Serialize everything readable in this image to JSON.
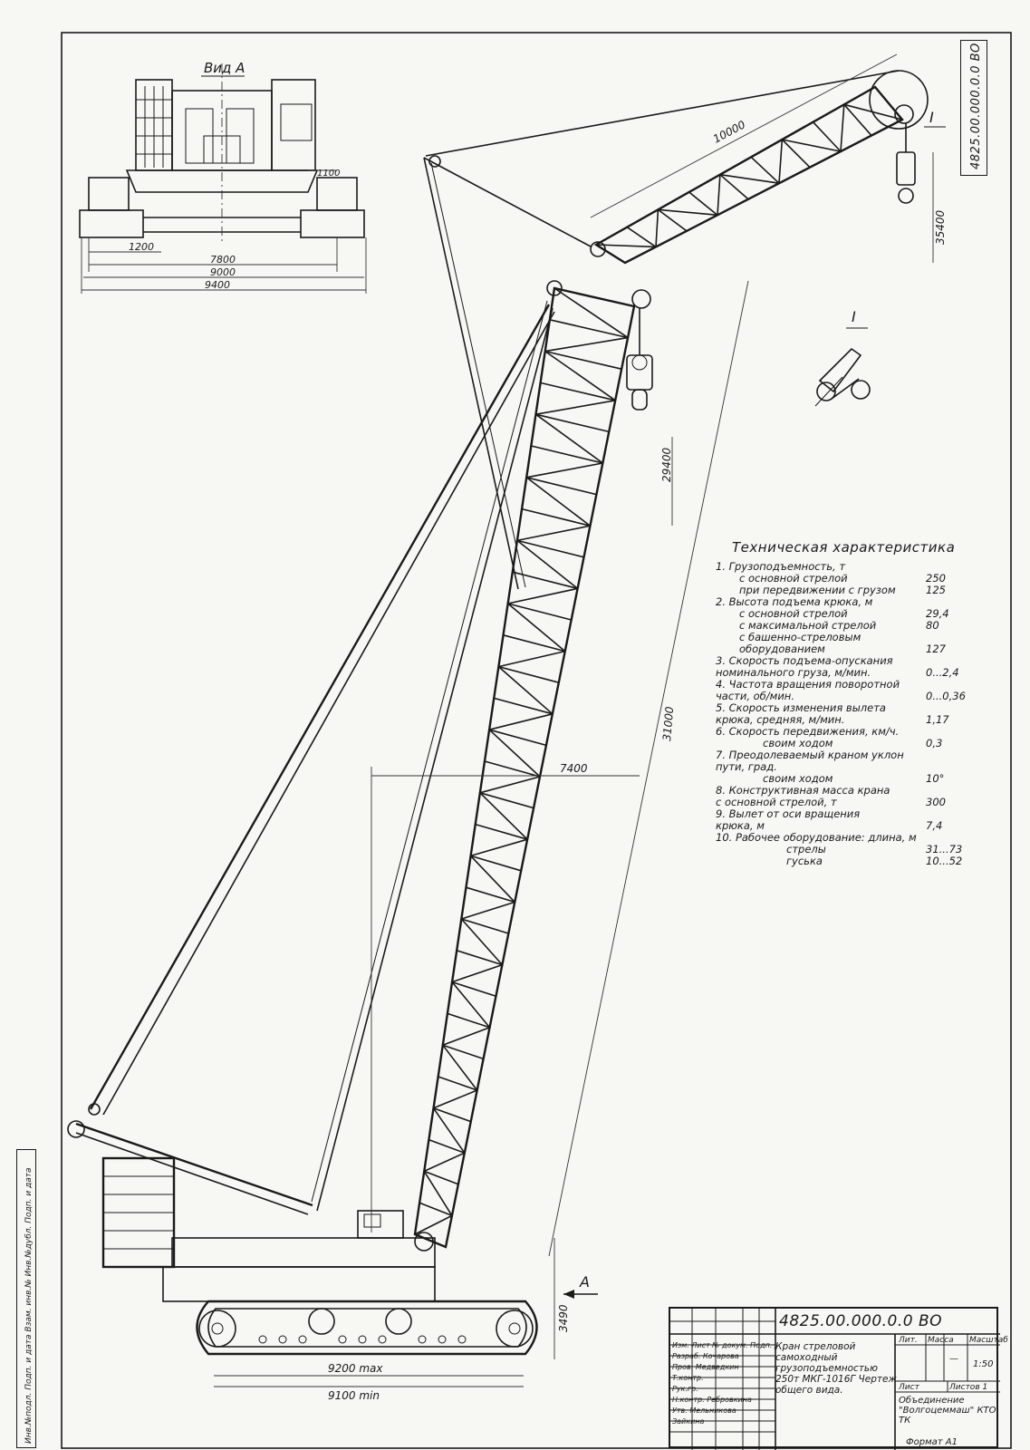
{
  "view_a": {
    "label": "Вид А",
    "dims": {
      "d1100": "1100",
      "d1200": "1200",
      "d7800": "7800",
      "d9000": "9000",
      "d9400": "9400"
    }
  },
  "marks": {
    "section_i": "I",
    "view_a_arrow": "А"
  },
  "dims": {
    "d10000": "10000",
    "d35400": "35400",
    "d29400": "29400",
    "d31000": "31000",
    "d7400": "7400",
    "d3490": "3490",
    "d9200max": "9200 max",
    "d9100min": "9100 min"
  },
  "document": {
    "code": "4825.00.000.0.0 ВО"
  },
  "side_stamp": "Инв.№подл.  Подп. и дата  Взам. инв.№  Инв.№дубл.  Подп. и дата",
  "tech": {
    "title": "Техническая характеристика",
    "rows": [
      {
        "label": "1. Грузоподъемность, т",
        "value": ""
      },
      {
        "label": "с основной стрелой",
        "value": "250",
        "indent": 1
      },
      {
        "label": "при передвижении с грузом",
        "value": "125",
        "indent": 1
      },
      {
        "label": "2. Высота подъема крюка, м",
        "value": ""
      },
      {
        "label": "с основной стрелой",
        "value": "29,4",
        "indent": 1
      },
      {
        "label": "с максимальной стрелой",
        "value": "80",
        "indent": 1
      },
      {
        "label": "с башенно-стреловым",
        "value": "",
        "indent": 1
      },
      {
        "label": "оборудованием",
        "value": "127",
        "indent": 1
      },
      {
        "label": "3. Скорость подъема-опускания",
        "value": ""
      },
      {
        "label": "номинального груза, м/мин.",
        "value": "0...2,4"
      },
      {
        "label": "4. Частота вращения поворотной",
        "value": ""
      },
      {
        "label": "части, об/мин.",
        "value": "0...0,36"
      },
      {
        "label": "5. Скорость изменения вылета",
        "value": ""
      },
      {
        "label": "крюка, средняя, м/мин.",
        "value": "1,17"
      },
      {
        "label": "6. Скорость передвижения, км/ч.",
        "value": ""
      },
      {
        "label": "своим ходом",
        "value": "0,3",
        "indent": 2
      },
      {
        "label": "7. Преодолеваемый краном уклон",
        "value": ""
      },
      {
        "label": "пути, град.",
        "value": ""
      },
      {
        "label": "своим ходом",
        "value": "10°",
        "indent": 2
      },
      {
        "label": "8. Конструктивная масса крана",
        "value": ""
      },
      {
        "label": "с основной стрелой, т",
        "value": "300"
      },
      {
        "label": "9. Вылет от оси вращения",
        "value": ""
      },
      {
        "label": "крюка, м",
        "value": "7,4"
      },
      {
        "label": "10. Рабочее оборудование: длина, м",
        "value": ""
      },
      {
        "label": "стрелы",
        "value": "31...73",
        "indent": 3
      },
      {
        "label": "гуська",
        "value": "10...52",
        "indent": 3
      }
    ]
  },
  "stamp": {
    "description": "Кран стреловой самоходный грузоподъемностью 250т МКГ-1016Г Чертеж общего вида.",
    "hdr_lit": "Лит.",
    "hdr_mass": "Масса",
    "hdr_scale": "Масштаб",
    "scale": "1:50",
    "mass_value": "—",
    "sheet": "Лист",
    "sheets": "Листов 1",
    "organization": "Объединение \"Волгоцеммаш\" КТО ТК",
    "format": "Формат А1",
    "roles": [
      "Изм. Лист  № докум.  Подп.  Дата",
      "Разраб.  Кочарова",
      "Пров.  Медведкин",
      "Т.контр.",
      "Рук.гр.",
      "Н.контр.  Ребровкина",
      "Утв.  Мельникова",
      "Зайкина"
    ]
  }
}
